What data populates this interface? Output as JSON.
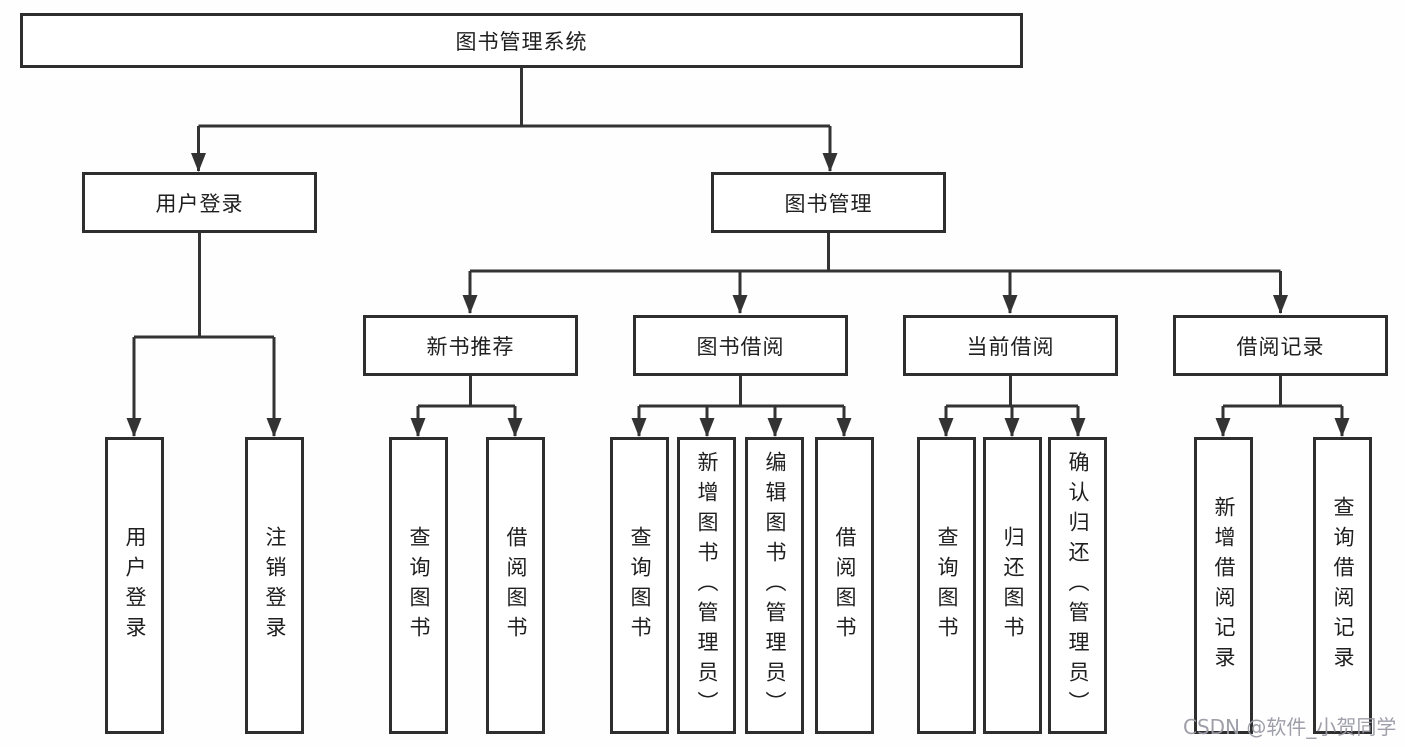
{
  "colors": {
    "line": "#333333",
    "box_border": "#2e2e2e",
    "box_background": "#ffffff",
    "text": "#1f1f1f",
    "watermark": "#9a9aa5"
  },
  "diagram": {
    "root": {
      "label": "图书管理系统"
    },
    "level2": [
      {
        "label": "用户登录"
      },
      {
        "label": "图书管理"
      }
    ],
    "level3": [
      {
        "label": "新书推荐",
        "parent": "图书管理"
      },
      {
        "label": "图书借阅",
        "parent": "图书管理"
      },
      {
        "label": "当前借阅",
        "parent": "图书管理"
      },
      {
        "label": "借阅记录",
        "parent": "图书管理"
      }
    ],
    "leaves": [
      {
        "label": "用户登录",
        "parent": "用户登录"
      },
      {
        "label": "注销登录",
        "parent": "用户登录"
      },
      {
        "label": "查询图书",
        "parent": "新书推荐"
      },
      {
        "label": "借阅图书",
        "parent": "新书推荐"
      },
      {
        "label": "查询图书",
        "parent": "图书借阅"
      },
      {
        "label": "新增图书（管理员）",
        "parent": "图书借阅"
      },
      {
        "label": "编辑图书（管理员）",
        "parent": "图书借阅"
      },
      {
        "label": "借阅图书",
        "parent": "图书借阅"
      },
      {
        "label": "查询图书",
        "parent": "当前借阅"
      },
      {
        "label": "归还图书",
        "parent": "当前借阅"
      },
      {
        "label": "确认归还（管理员）",
        "parent": "当前借阅"
      },
      {
        "label": "新增借阅记录",
        "parent": "借阅记录"
      },
      {
        "label": "查询借阅记录",
        "parent": "借阅记录"
      }
    ]
  },
  "watermark": "CSDN @软件_小贺同学"
}
